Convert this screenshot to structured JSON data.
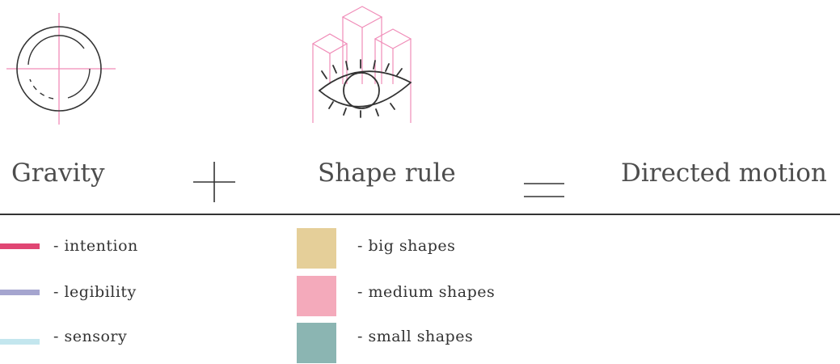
{
  "equation": {
    "term1": "Gravity",
    "term2": "Shape rule",
    "result": "Directed motion",
    "plus_operator_icon": "plus-sign",
    "equals_operator_icon": "equals-sign"
  },
  "icons": {
    "gravity": "gravity-circle-crosshair",
    "shape_rule": "eye-with-isometric-blocks"
  },
  "legend_lines": [
    {
      "label": "- intention",
      "color": "#e04673"
    },
    {
      "label": "- legibility",
      "color": "#a5a5cf"
    },
    {
      "label": "- sensory",
      "color": "#c3e6ee"
    }
  ],
  "legend_shapes": [
    {
      "label": "- big shapes",
      "color": "#e5cf99"
    },
    {
      "label": "- medium shapes",
      "color": "#f4aabb"
    },
    {
      "label": "- small shapes",
      "color": "#8bb5b2"
    }
  ],
  "colors": {
    "line_work": "#333333",
    "guide_pink": "#f08cb8"
  }
}
